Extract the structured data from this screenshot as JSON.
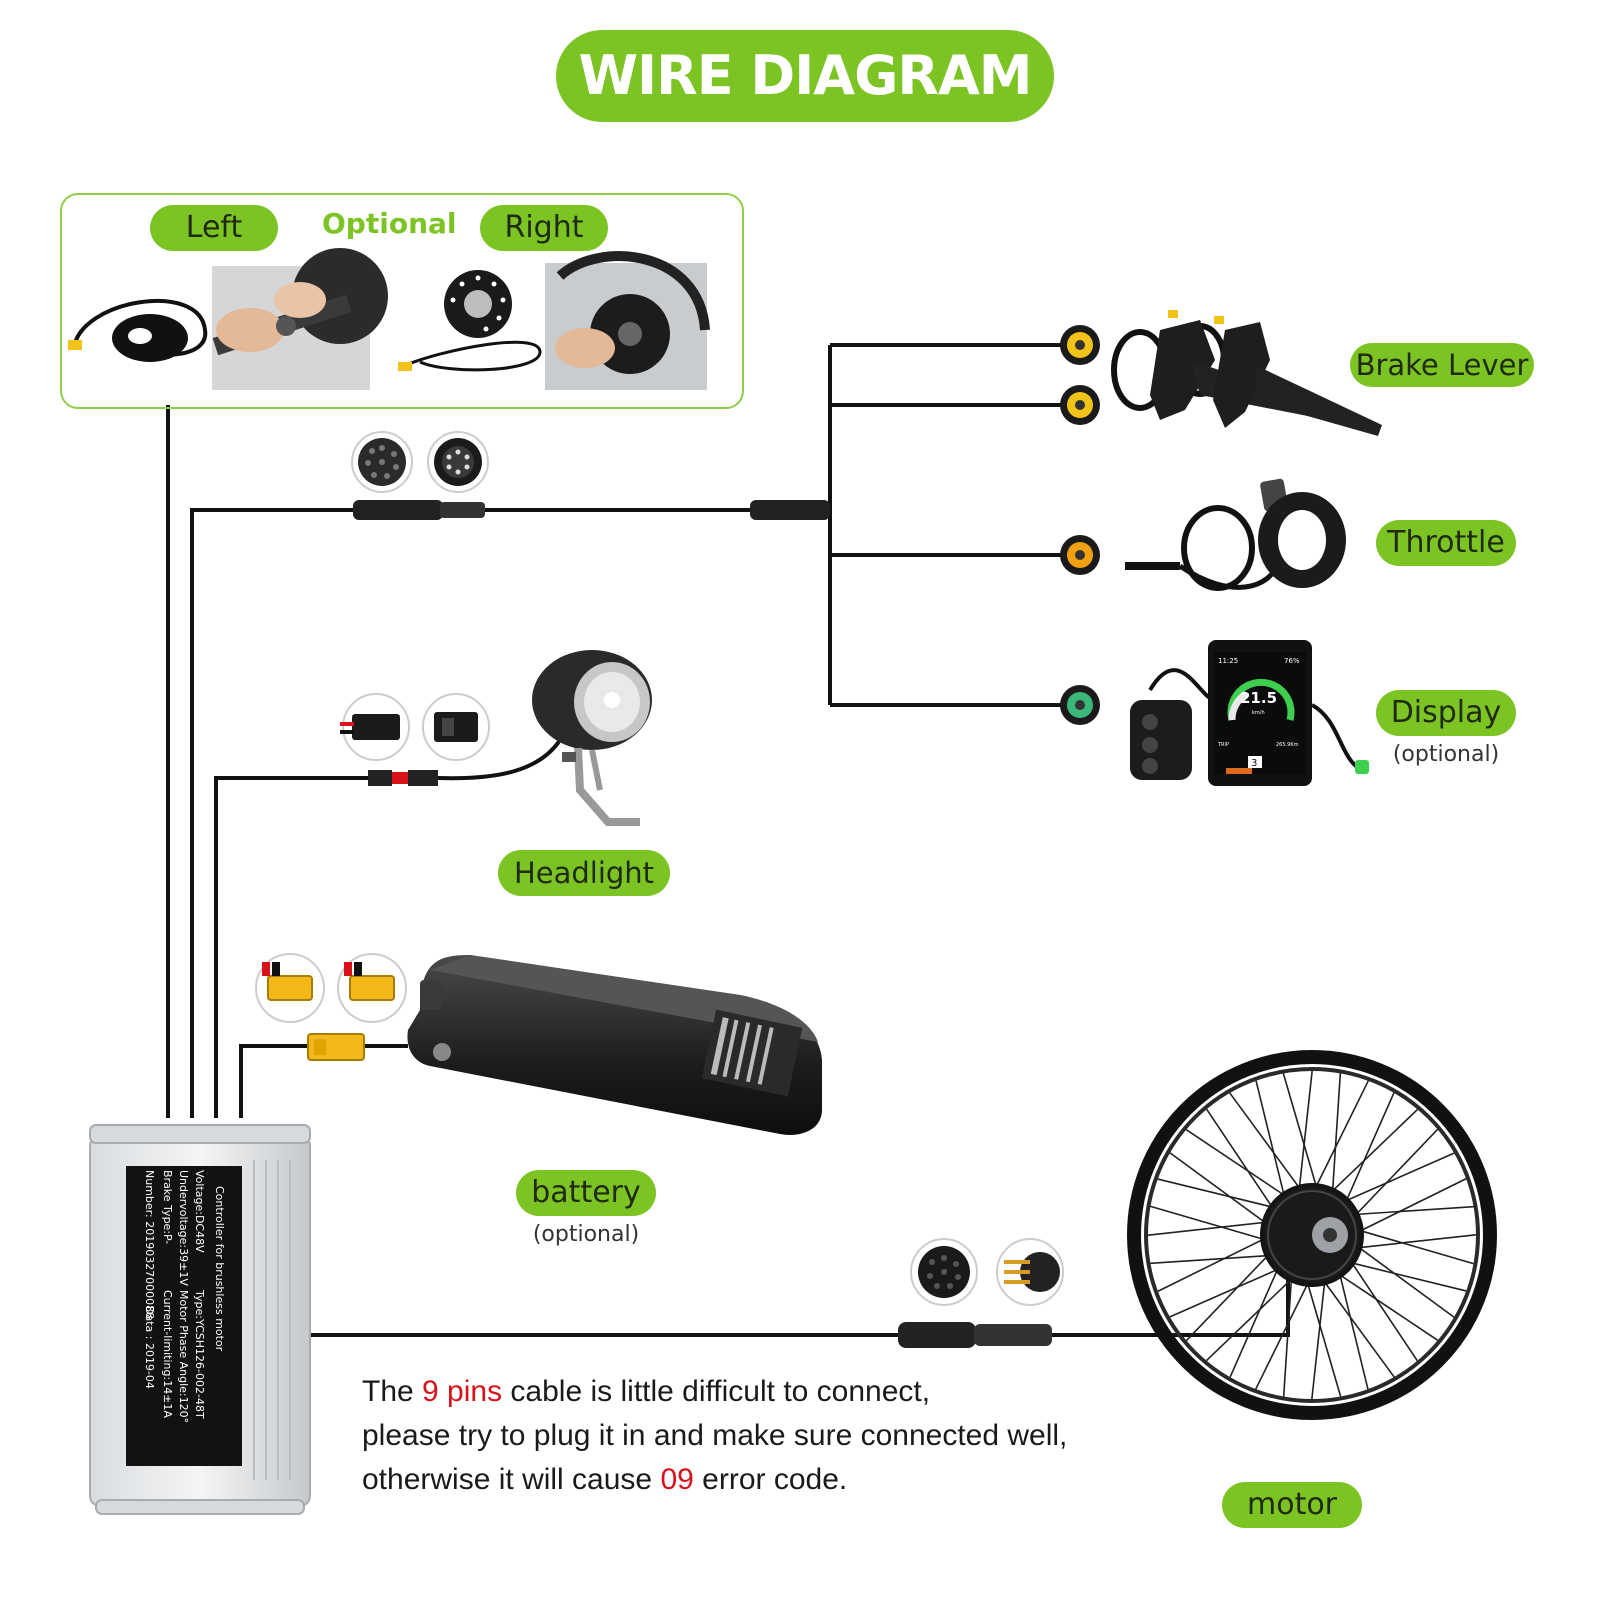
{
  "title": "WIRE DIAGRAM",
  "pas_box": {
    "left_label": "Left",
    "optional_label": "Optional",
    "right_label": "Right"
  },
  "components": {
    "brake_lever": "Brake Lever",
    "throttle": "Throttle",
    "display": "Display",
    "display_note": "(optional)",
    "headlight": "Headlight",
    "battery": "battery",
    "battery_note": "(optional)",
    "motor": "motor"
  },
  "display_screen": {
    "time": "11:25",
    "battery_pct": "76%",
    "speed": "21.5",
    "unit": "km/h",
    "level": "3",
    "trip_label": "TRIP",
    "odo": "265.9Km"
  },
  "controller_label": {
    "line1": "Controller for brushless motor",
    "voltage": "Voltage:DC48V",
    "type": "Type:YCSH126-002-48T",
    "undervoltage": "Undervoltage:39±1V",
    "phase_angle": "Motor Phase Angle:120°",
    "brake_type": "Brake Type:P-",
    "current": "Current-limiting:14±1A",
    "number": "Number: 20190327000088",
    "date": "Data : 2019-04"
  },
  "note": {
    "line1_a": "The ",
    "line1_red": "9 pins",
    "line1_b": " cable is little difficult to connect,",
    "line2": "please try to plug it in and make sure connected well,",
    "line3_a": "otherwise it will cause ",
    "line3_red": "09",
    "line3_b": " error code."
  },
  "colors": {
    "accent_green": "#7cc424",
    "wire": "#111111",
    "connector_yellow": "#f2c318",
    "connector_orange": "#f0a010",
    "connector_green": "#39b878",
    "note_red": "#d8121b"
  }
}
